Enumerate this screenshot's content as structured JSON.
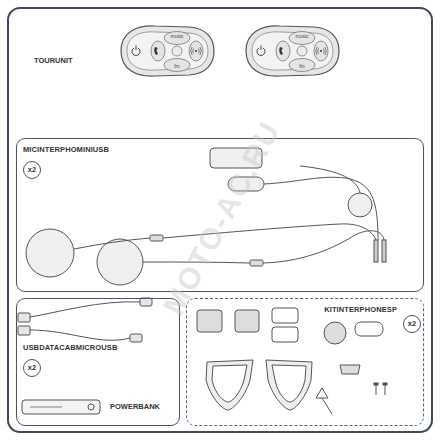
{
  "diagram": {
    "nodes": [
      {
        "text": [
          "MICINTERPHOMINIUSB"
        ]
      },
      {
        "text": [
          "x2"
        ],
        "in": 0
      },
      {
        "text": [
          "USBDATACABMICROUSB"
        ]
      },
      {
        "text": [
          "x2"
        ],
        "in": 2
      },
      {
        "text": [
          "KITINTERPHONESP"
        ]
      },
      {
        "text": [
          "x2"
        ],
        "in": 4
      }
    ],
    "labels": [
      "TOURUNIT",
      "music",
      "fm",
      "music",
      "fm",
      "POWERBANK",
      "MOTO-AC.RU"
    ]
  }
}
